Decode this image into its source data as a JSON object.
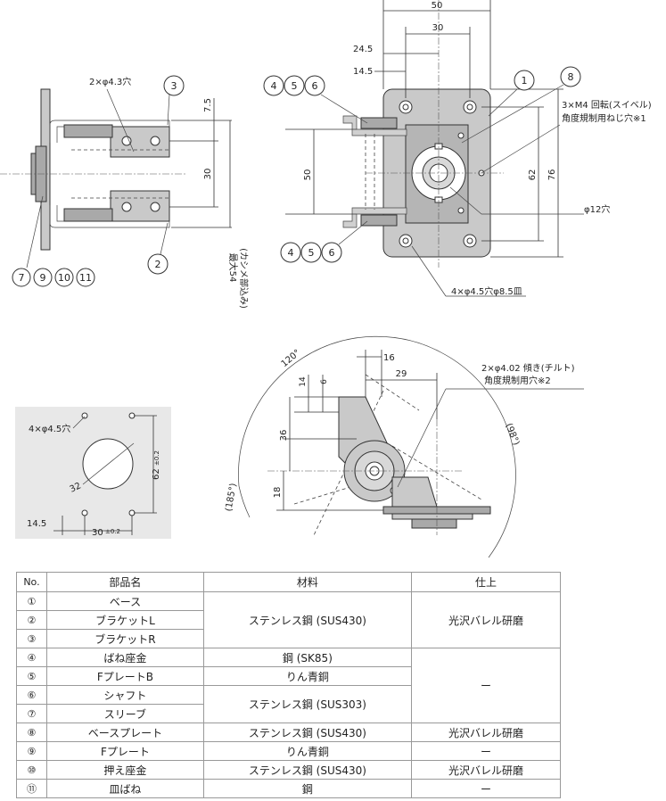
{
  "left_view": {
    "hole_note": "2×φ4.3穴",
    "dims": [
      "7.5",
      "30"
    ],
    "max_note_1": "最大54",
    "max_note_2": "(カシメ部込み)",
    "balloons": [
      "3",
      "2",
      "7",
      "9",
      "10",
      "11"
    ]
  },
  "front_view": {
    "dims_top": [
      "50",
      "30",
      "24.5",
      "14.5"
    ],
    "dims_side": [
      "50",
      "62",
      "76"
    ],
    "note_m4_1": "3×M4 回転(スイベル)",
    "note_m4_2": "角度規制用ねじ穴※1",
    "note_hole": "φ12穴",
    "note_csk": "4×φ4.5穴φ8.5皿",
    "balloons_top": [
      "4",
      "5",
      "6"
    ],
    "balloons_bottom": [
      "4",
      "5",
      "6"
    ],
    "balloon_1": "1",
    "balloon_8": "8"
  },
  "side_view": {
    "dims": [
      "16",
      "29",
      "14",
      "6",
      "36",
      "18"
    ],
    "angles": [
      "120°",
      "(185°)",
      "(98°)"
    ],
    "note_tilt_1": "2×φ4.02 傾き(チルト)",
    "note_tilt_2": "角度規制用穴※2"
  },
  "mount_pattern": {
    "holes": "4×φ4.5穴",
    "dia": "32",
    "v62": "62",
    "v62_tol": "±0.2",
    "h30": "30",
    "h30_tol": "±0.2",
    "h14": "14.5"
  },
  "table": {
    "headers": [
      "No.",
      "部品名",
      "材料",
      "仕上"
    ],
    "rows": [
      {
        "no": "①",
        "name": "ベース"
      },
      {
        "no": "②",
        "name": "ブラケットL"
      },
      {
        "no": "③",
        "name": "ブラケットR"
      },
      {
        "no": "④",
        "name": "ばね座金"
      },
      {
        "no": "⑤",
        "name": "FプレートB"
      },
      {
        "no": "⑥",
        "name": "シャフト"
      },
      {
        "no": "⑦",
        "name": "スリーブ"
      },
      {
        "no": "⑧",
        "name": "ベースプレート"
      },
      {
        "no": "⑨",
        "name": "Fプレート"
      },
      {
        "no": "⑩",
        "name": "押え座金"
      },
      {
        "no": "⑪",
        "name": "皿ばね"
      }
    ],
    "materials": {
      "m1_3": "ステンレス鋼 (SUS430)",
      "m4": "鋼 (SK85)",
      "m5": "りん青銅",
      "m6_7": "ステンレス鋼 (SUS303)",
      "m8": "ステンレス鋼 (SUS430)",
      "m9": "りん青銅",
      "m10": "ステンレス鋼 (SUS430)",
      "m11": "鋼"
    },
    "finishes": {
      "f1_3": "光沢バレル研磨",
      "f4_7": "ー",
      "f8": "光沢バレル研磨",
      "f9": "ー",
      "f10": "光沢バレル研磨",
      "f11": "ー"
    }
  }
}
